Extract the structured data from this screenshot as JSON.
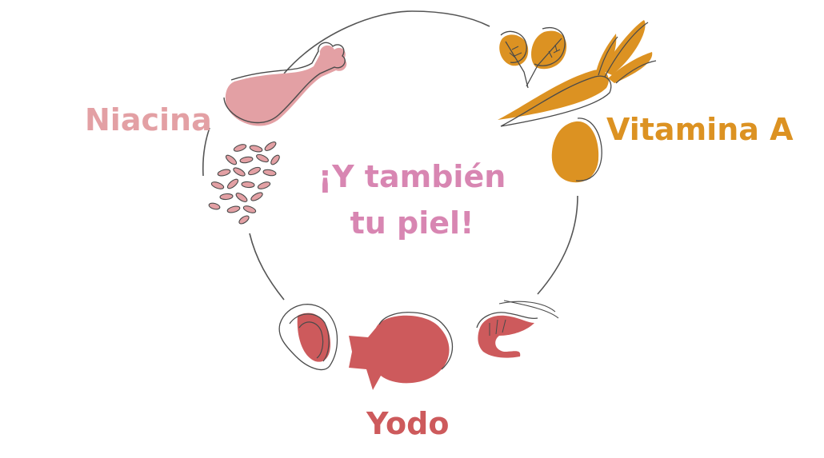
{
  "labels": {
    "niacina": "Niacina",
    "vitamina_a": "Vitamina A",
    "yodo": "Yodo",
    "center_line1": "¡Y también",
    "center_line2": "tu piel!"
  },
  "colors": {
    "niacina": "#e3a0a4",
    "vitamina_a": "#dc9222",
    "yodo": "#cd5a5c",
    "center": "#d886b2",
    "outline": "#4a4a4a"
  },
  "icons": {
    "niacina": [
      "chicken-leg-icon",
      "rice-grains-icon"
    ],
    "vitamina_a": [
      "spinach-leaves-icon",
      "carrot-icon",
      "egg-icon"
    ],
    "yodo": [
      "mussel-icon",
      "fish-icon",
      "shrimp-icon"
    ]
  }
}
